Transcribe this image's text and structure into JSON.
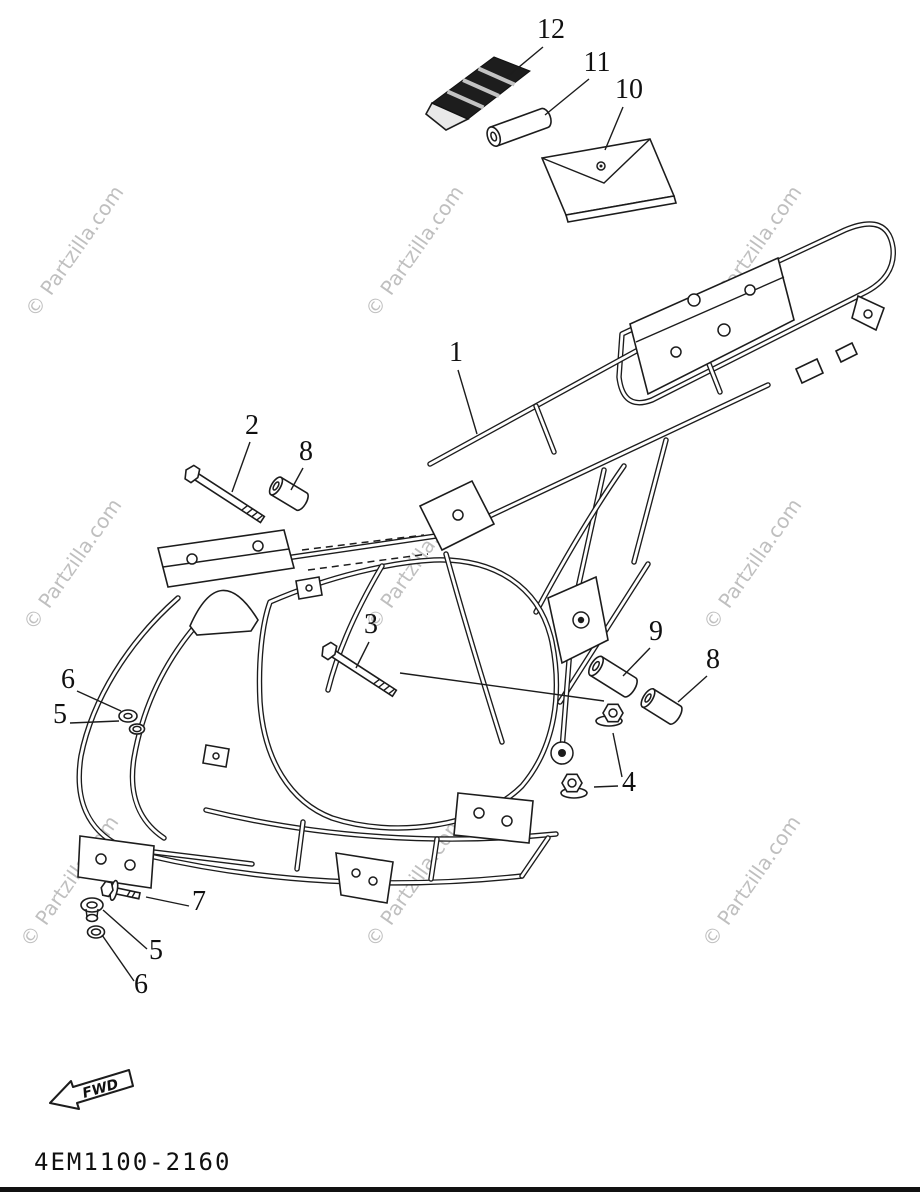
{
  "watermark": {
    "text": "© Partzilla.com"
  },
  "footer": {
    "part_code": "4EM1100-2160"
  },
  "fwd": {
    "label": "FWD"
  },
  "callouts": {
    "c1": "1",
    "c2": "2",
    "c3": "3",
    "c4": "4",
    "c5a": "5",
    "c5b": "5",
    "c6a": "6",
    "c6b": "6",
    "c7": "7",
    "c8a": "8",
    "c8b": "8",
    "c9": "9",
    "c10": "10",
    "c11": "11",
    "c12": "12"
  }
}
